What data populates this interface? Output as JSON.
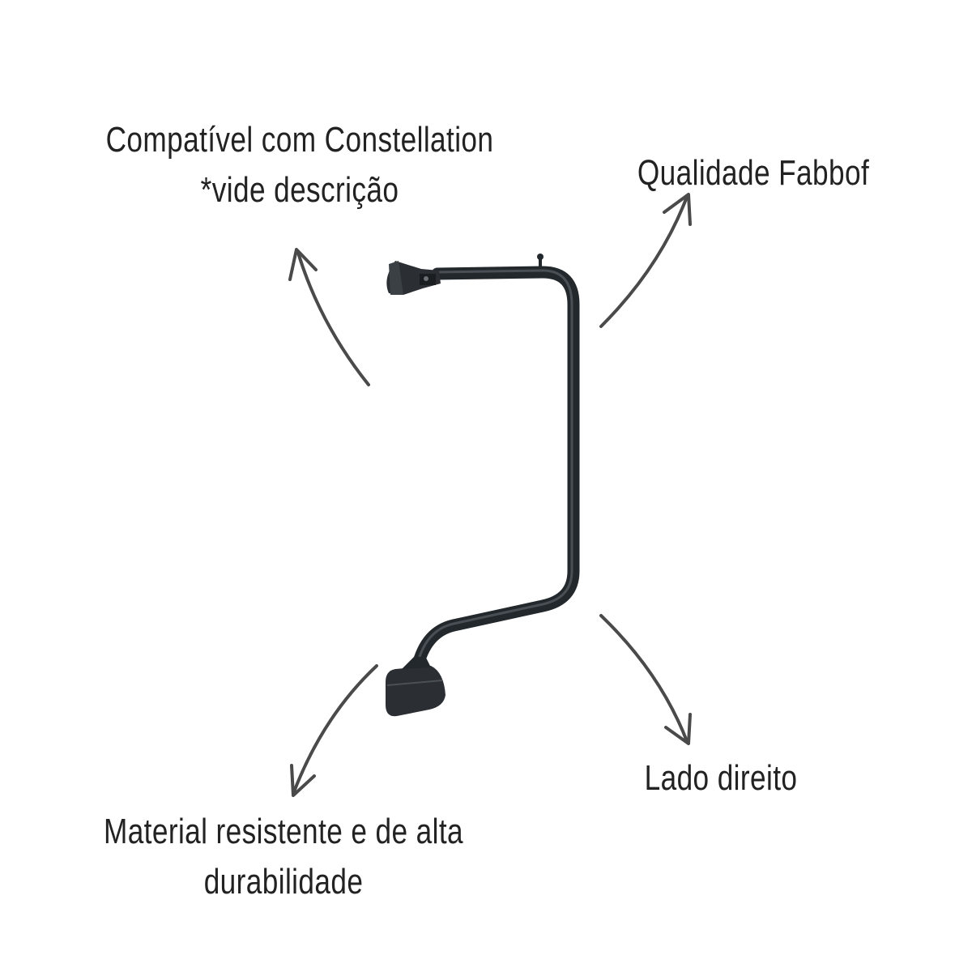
{
  "labels": {
    "compat_line1": "Compatível com Constellation",
    "compat_line2": "*vide descrição",
    "quality": "Qualidade Fabbof",
    "side": "Lado direito",
    "material_line1": "Material resistente e de alta",
    "material_line2": "durabilidade"
  },
  "colors": {
    "background": "#ffffff",
    "text": "#222222",
    "arrow": "#4a4a4a",
    "product": "#2b2f33"
  },
  "icons": {
    "product": "mirror-arm-bracket",
    "arrows": [
      "curved-arrow-up-left",
      "curved-arrow-up-right",
      "curved-arrow-down-left",
      "curved-arrow-down-right"
    ]
  }
}
